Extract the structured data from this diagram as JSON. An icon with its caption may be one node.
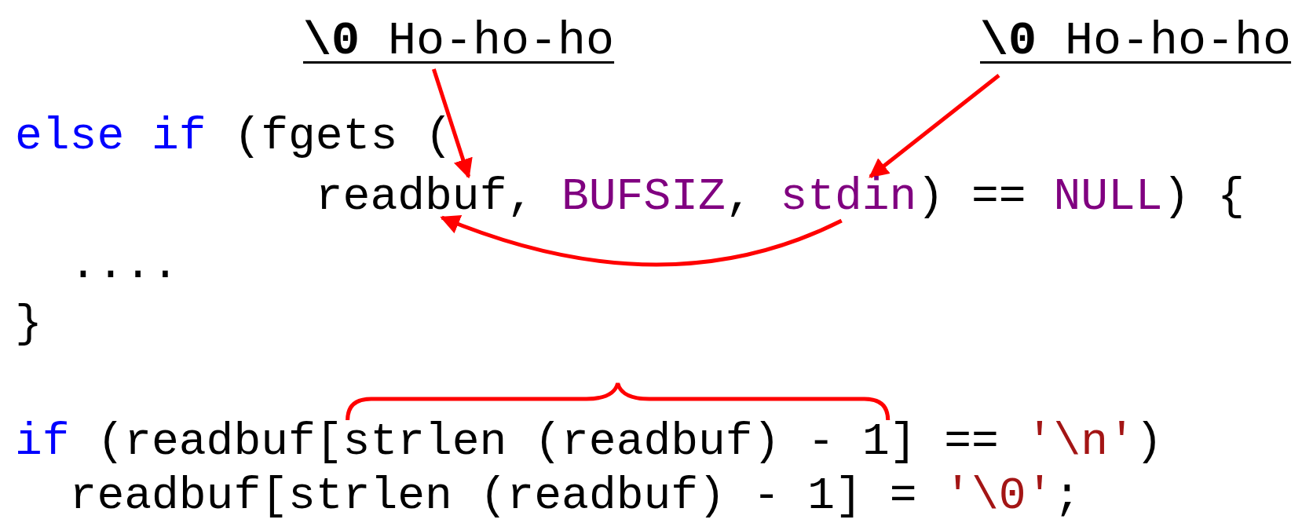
{
  "diagram": {
    "nodes": [
      {
        "text": [
          "**\\0** Ho-ho-ho"
        ]
      },
      {
        "text": [
          "**\\0** Ho-ho-ho"
        ]
      },
      {
        "text": [
          "readbuf"
        ]
      },
      {
        "text": [
          "stdin"
        ]
      }
    ],
    "edges": [
      {
        "from": 0,
        "to": 2,
        "arrow": "to"
      },
      {
        "from": 1,
        "to": 3,
        "arrow": "to"
      },
      {
        "from": 3,
        "to": 2,
        "arrow": "to"
      }
    ],
    "labels": [
      "else if",
      "(fgets (",
      ",",
      "BUFSIZ",
      ",",
      ") ==",
      "NULL",
      ") {",
      "....",
      "}",
      "if",
      "(readbuf[",
      "strlen (readbuf) - 1",
      "] ==",
      "'\\n'",
      ")",
      "readbuf[strlen (readbuf) - 1] =",
      "'\\0'",
      ";"
    ]
  }
}
